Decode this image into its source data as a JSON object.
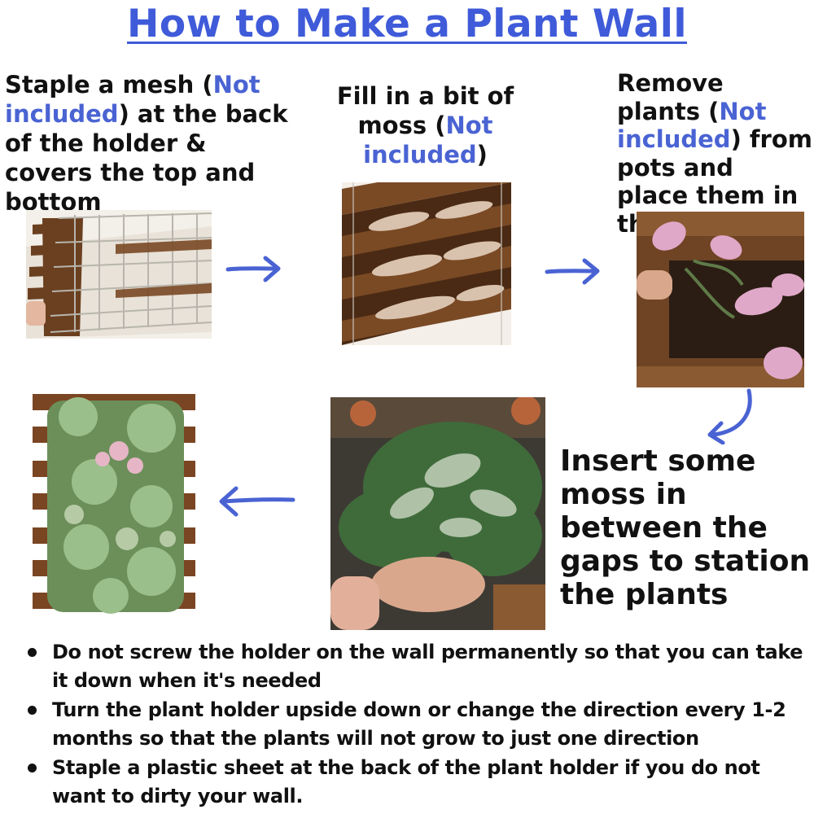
{
  "title": "How to Make a Plant Wall",
  "steps": [
    {
      "parts": [
        "Staple a mesh (",
        "Not included",
        ") at the back of the holder  & covers the top and bottom"
      ]
    },
    {
      "parts": [
        "Fill in a bit of moss (",
        "Not included",
        ")"
      ]
    },
    {
      "parts": [
        "Remove plants (",
        "Not included",
        ") from pots and place them in the gaps"
      ]
    },
    {
      "text": "Insert some moss in between the gaps to station the plants"
    }
  ],
  "notes": [
    "Do not screw the holder on the wall permanently so that you can take it down when it's needed",
    "Turn the plant holder upside down or change the direction every 1-2 months so that the plants will not grow to just one direction",
    "Staple a plastic sheet at the back of the plant holder if you do not want to dirty your wall."
  ],
  "colors": {
    "accent": "#3f5bd9",
    "arrow": "#4a63d3",
    "text": "#111111",
    "wood": "#6b4020"
  },
  "icons": [
    "arrow-right-icon",
    "arrow-right-icon",
    "arrow-curve-down-icon",
    "arrow-left-icon",
    "bullet-dot-icon"
  ]
}
